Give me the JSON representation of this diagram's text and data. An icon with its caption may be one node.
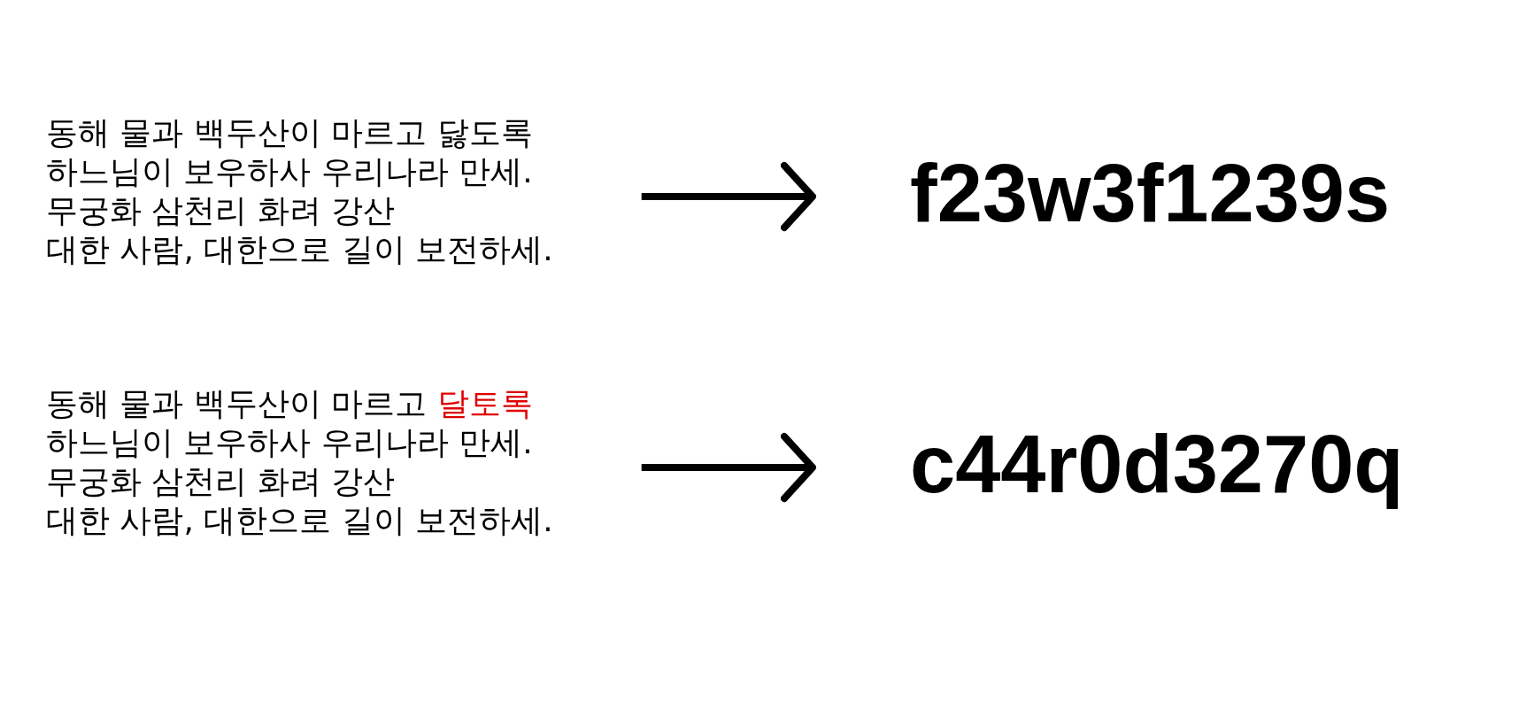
{
  "diagram": {
    "nodes": [
      {
        "text": [
          "동해 물과 백두산이 마르고 닳도록",
          "하느님이 보우하사 우리나라 만세.",
          "무궁화 삼천리 화려 강산",
          "대한 사람, 대한으로 길이 보전하세."
        ]
      },
      {
        "text": [
          "f23w3f1239s"
        ]
      },
      {
        "text": [
          "동해 물과 백두산이 마르고 달토록",
          "하느님이 보우하사 우리나라 만세.",
          "무궁화 삼천리 화려 강산",
          "대한 사람, 대한으로 길이 보전하세."
        ]
      },
      {
        "text": [
          "c44r0d3270q"
        ]
      }
    ],
    "edges": [
      {
        "from": 0,
        "to": 1,
        "arrow": "to"
      },
      {
        "from": 2,
        "to": 3,
        "arrow": "to"
      }
    ]
  }
}
